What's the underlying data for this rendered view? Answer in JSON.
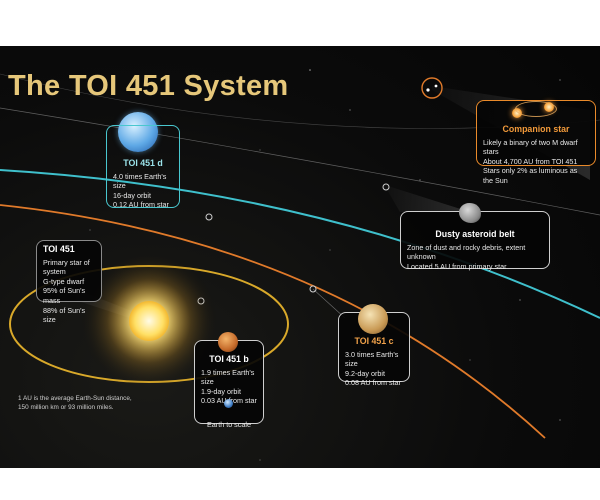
{
  "title": "The TOI 451 System",
  "toi451": {
    "heading": "TOI 451",
    "lines": [
      "Primary star of system",
      "G-type dwarf",
      "95% of Sun's mass",
      "88% of Sun's size"
    ]
  },
  "planet_d": {
    "heading": "TOI 451 d",
    "lines": [
      "4.0 times Earth's size",
      "16-day orbit",
      "0.12 AU from star"
    ]
  },
  "planet_b": {
    "heading": "TOI 451 b",
    "lines": [
      "1.9 times Earth's size",
      "1.9-day orbit",
      "0.03 AU from star"
    ],
    "earth_label": "Earth to scale"
  },
  "planet_c": {
    "heading": "TOI 451 c",
    "lines": [
      "3.0 times Earth's size",
      "9.2-day orbit",
      "0.08 AU from star"
    ]
  },
  "asteroid_belt": {
    "heading": "Dusty asteroid belt",
    "lines": [
      "Zone of dust and rocky debris, extent unknown",
      "Located 5 AU from primary star"
    ]
  },
  "companion": {
    "heading": "Companion star",
    "lines": [
      "Likely a binary of two M dwarf stars",
      "About 4,700 AU from TOI 451",
      "Stars only 2% as luminous as the Sun"
    ]
  },
  "au_note": [
    "1 AU is the average Earth-Sun distance,",
    "150 million km or 93 million miles."
  ],
  "colors": {
    "title": "#e6c77a",
    "orbit_d": "#3fc0cc",
    "orbit_c": "#e07a2a",
    "orbit_b": "#d9a92a",
    "companion": "#e98a2a"
  }
}
